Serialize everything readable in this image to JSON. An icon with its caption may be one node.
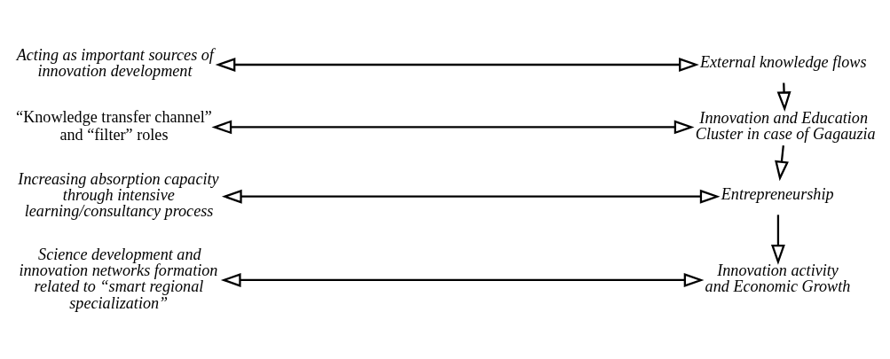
{
  "diagram": {
    "nodes": [
      {
        "text": [
          "Acting as important sources of innovation development"
        ]
      },
      {
        "text": [
          "External knowledge flows"
        ]
      },
      {
        "text": [
          "“Knowledge transfer channel” and “filter” roles"
        ]
      },
      {
        "text": [
          "Innovation and Education Cluster in case of Gagauzia"
        ]
      },
      {
        "text": [
          "Increasing absorption capacity through intensive learning/consultancy process"
        ]
      },
      {
        "text": [
          "Entrepreneurship"
        ]
      },
      {
        "text": [
          "Science development and innovation networks formation related to “smart regional specialization”"
        ]
      },
      {
        "text": [
          "Innovation activity and Economic Growth"
        ]
      }
    ],
    "edges": [
      {
        "from": 0,
        "to": 1,
        "arrow": "both"
      },
      {
        "from": 2,
        "to": 3,
        "arrow": "both"
      },
      {
        "from": 4,
        "to": 5,
        "arrow": "both"
      },
      {
        "from": 6,
        "to": 7,
        "arrow": "both"
      },
      {
        "from": 1,
        "to": 3,
        "arrow": "to"
      },
      {
        "from": 3,
        "to": 5,
        "arrow": "to"
      },
      {
        "from": 5,
        "to": 7,
        "arrow": "to"
      }
    ]
  }
}
